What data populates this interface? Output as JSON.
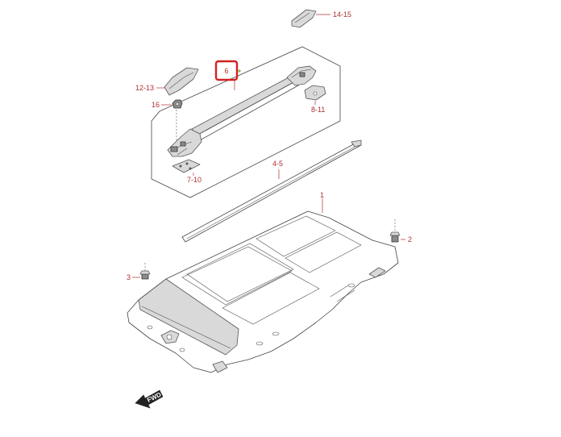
{
  "diagram": {
    "callouts": {
      "c14_15": "14-15",
      "c12_13": "12-13",
      "c6": "6",
      "c16": "16",
      "c8_11": "8-11",
      "c7_10": "7-10",
      "c4_5": "4-5",
      "c1": "1",
      "c2": "2",
      "c3": "3"
    },
    "highlighted_part": "6",
    "fwd_label": "FWD",
    "colors": {
      "callout": "#b03030",
      "highlight": "#d42020",
      "part_fill": "#d9d9d9"
    }
  }
}
